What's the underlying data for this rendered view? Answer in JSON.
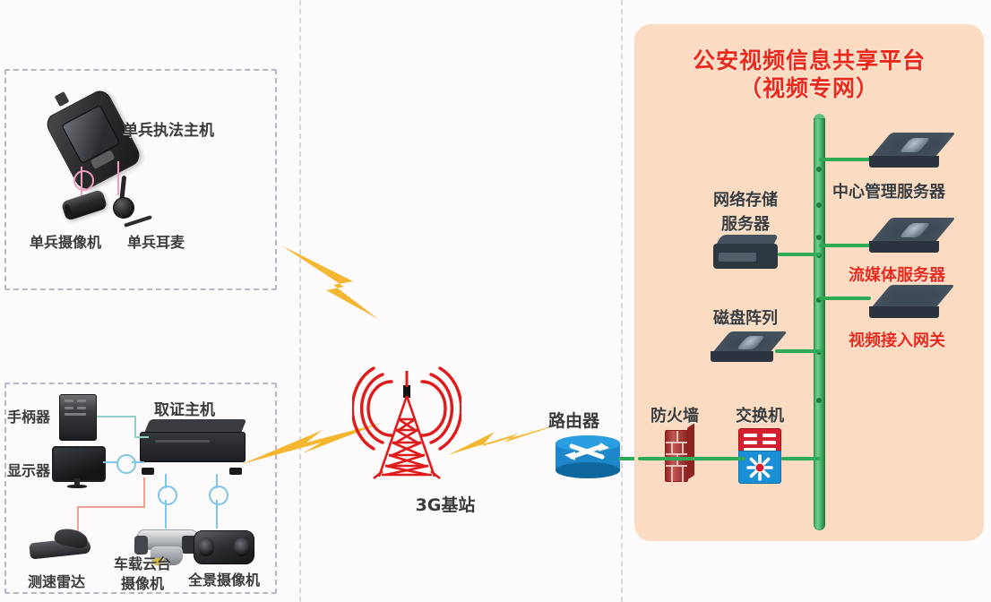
{
  "diagram": {
    "title_hidden": "",
    "zones": {
      "left_top": {
        "name": "single-soldier-equipment-zone",
        "items": [
          {
            "id": "body-worn-host",
            "label": "单兵执法主机"
          },
          {
            "id": "body-worn-camera",
            "label": "单兵摄像机"
          },
          {
            "id": "body-worn-headset",
            "label": "单兵耳麦"
          }
        ]
      },
      "left_bottom": {
        "name": "vehicle-evidence-zone",
        "items": [
          {
            "id": "handheld-controller",
            "label": "手柄器"
          },
          {
            "id": "display-monitor",
            "label": "显示器"
          },
          {
            "id": "evidence-host",
            "label": "取证主机"
          },
          {
            "id": "speed-radar",
            "label": "测速雷达"
          },
          {
            "id": "vehicle-ptz-camera",
            "label": "车载云台\n摄像机"
          },
          {
            "id": "vehicle-ptz-camera-line1",
            "label": "车载云台"
          },
          {
            "id": "vehicle-ptz-camera-line2",
            "label": "摄像机"
          },
          {
            "id": "panoramic-camera",
            "label": "全景摄像机"
          }
        ]
      },
      "center": {
        "name": "wireless-transport-zone",
        "items": [
          {
            "id": "base-station",
            "label": "3G基站"
          },
          {
            "id": "router",
            "label": "路由器"
          }
        ]
      },
      "right": {
        "name": "police-video-platform",
        "title_line1": "公安视频信息共享平台",
        "title_line2": "（视频专网）",
        "title_color": "#e8291b",
        "background_color": "#fbdcc3",
        "items": [
          {
            "id": "center-management-server",
            "label": "中心管理服务器",
            "color": "#3b3b3b"
          },
          {
            "id": "streaming-media-server",
            "label": "流媒体服务器",
            "color": "#e8291b"
          },
          {
            "id": "video-access-gateway",
            "label": "视频接入网关",
            "color": "#e8291b"
          },
          {
            "id": "network-storage-server-line1",
            "label": "网络存储",
            "color": "#3b3b3b"
          },
          {
            "id": "network-storage-server-line2",
            "label": "服务器",
            "color": "#3b3b3b"
          },
          {
            "id": "disk-array",
            "label": "磁盘阵列",
            "color": "#3b3b3b"
          },
          {
            "id": "firewall",
            "label": "防火墙",
            "color": "#3b3b3b"
          },
          {
            "id": "switch",
            "label": "交换机",
            "color": "#3b3b3b"
          }
        ]
      }
    },
    "colors": {
      "panel_bg": "#fbdcc3",
      "accent_red": "#e8291b",
      "backbone_green": "#2faa57",
      "wireless_bolt": "#f5b731",
      "tower_red": "#e01b1b",
      "router_blue": "#1d87c9",
      "switch_red": "#d51e2e",
      "switch_blue": "#1b8fd6",
      "firewall_brick": "#b3302c",
      "label_dark": "#3b3b3b",
      "dashed_border": "#b9b4c6"
    }
  }
}
